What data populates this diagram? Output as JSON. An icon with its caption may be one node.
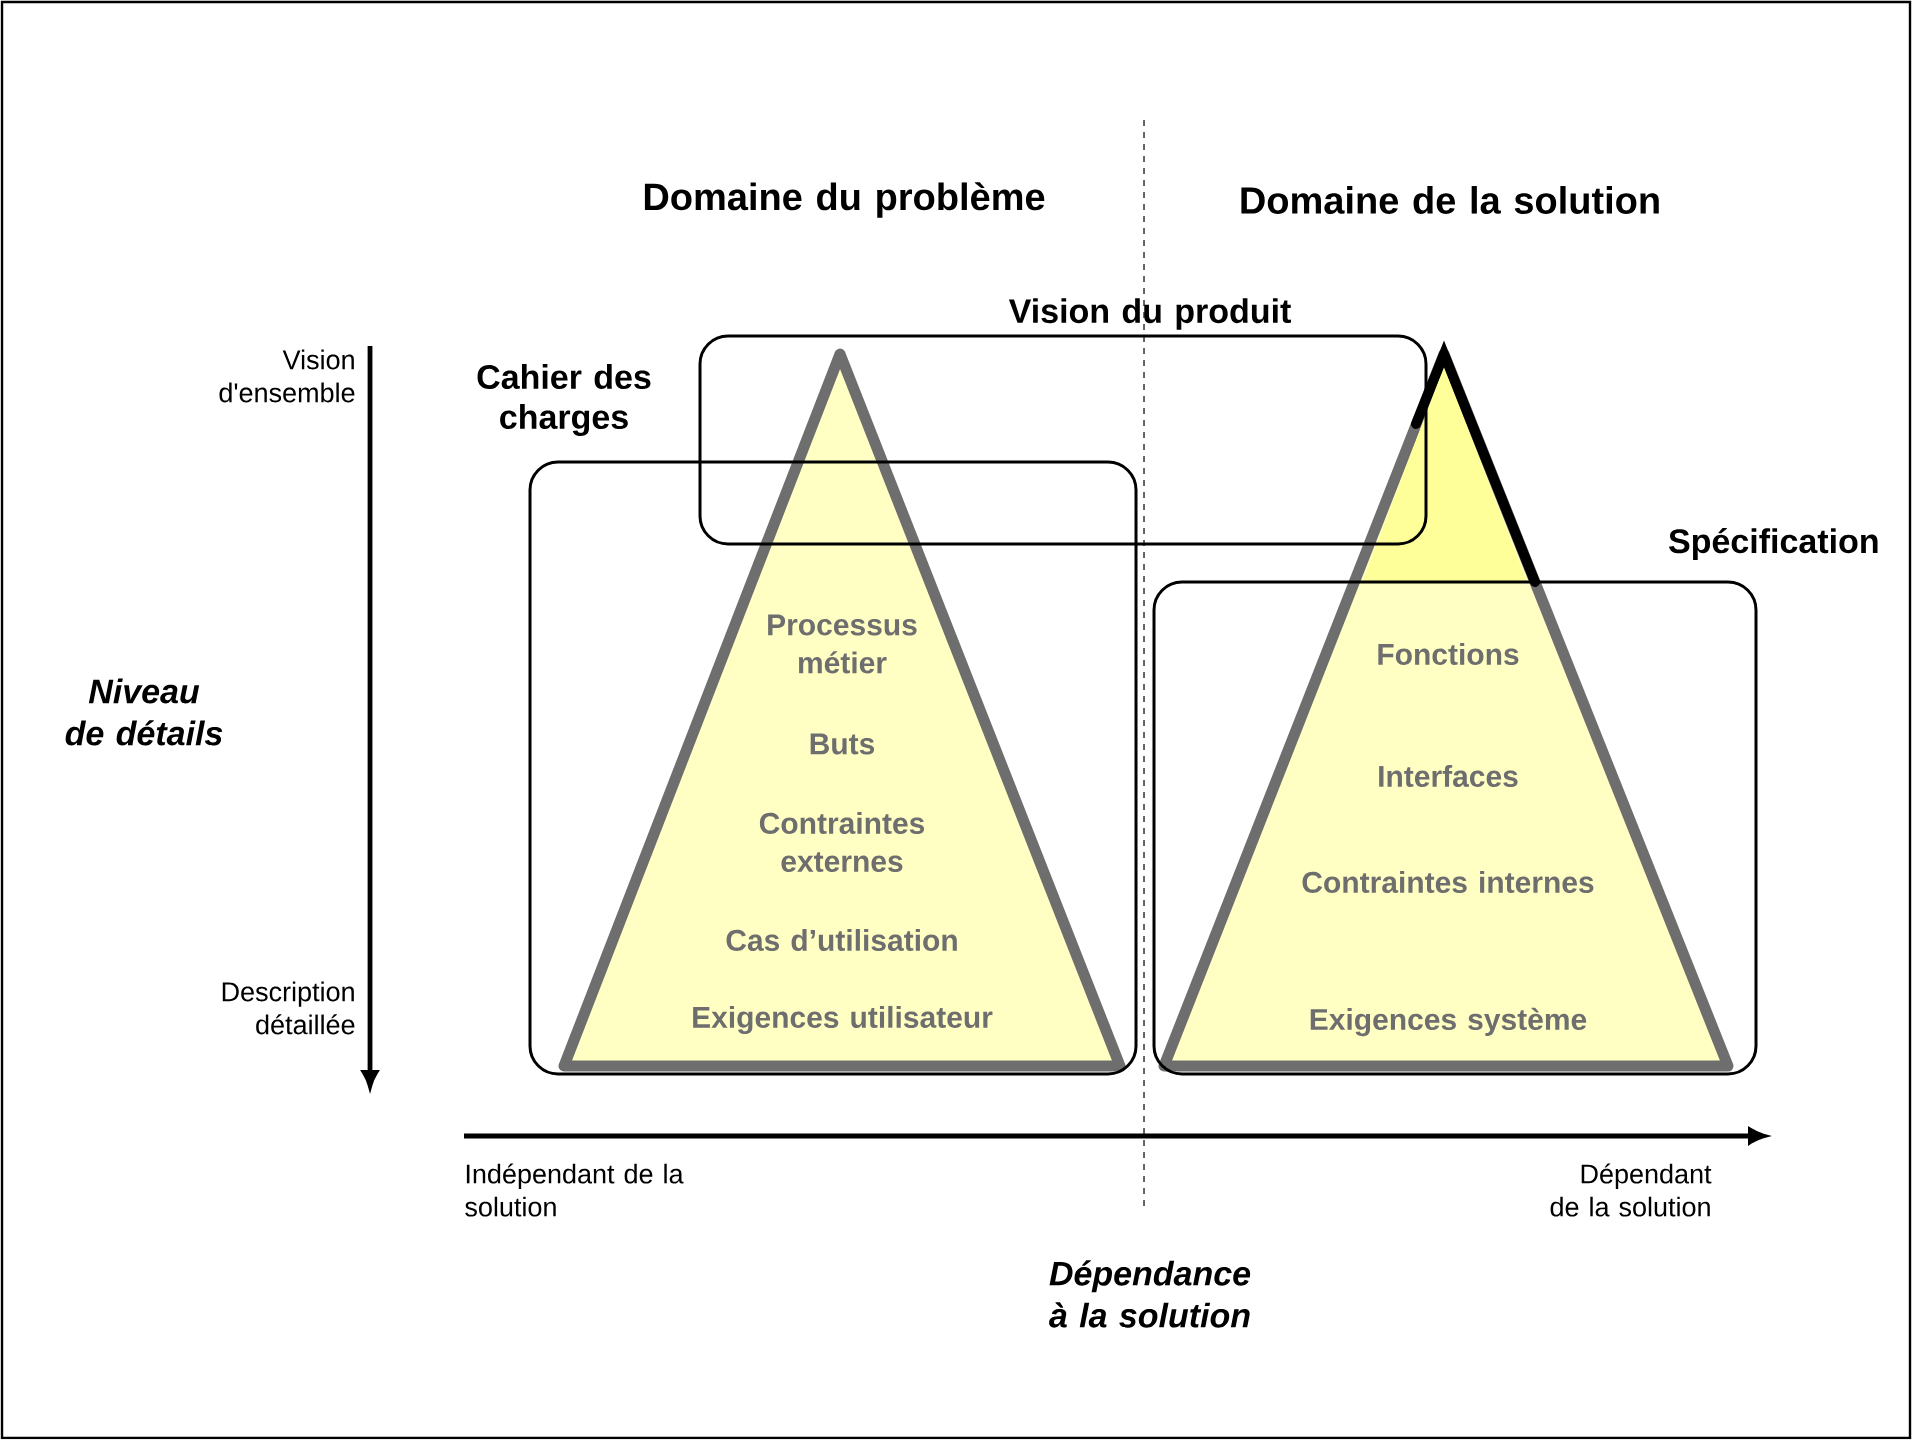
{
  "diagram": {
    "nodes": [
      {
        "text": [
          "Cahier des charges",
          "Processus métier",
          "Buts",
          "Contraintes externes",
          "Cas d’utilisation",
          "Exigences utilisateur"
        ]
      },
      {
        "text": [],
        "shape": "triangle"
      },
      {
        "text": [
          "Vision du produit"
        ]
      },
      {
        "text": [
          "Spécification",
          "Fonctions",
          "Interfaces",
          "Contraintes internes",
          "Exigences système"
        ]
      },
      {
        "text": [],
        "shape": "triangle"
      }
    ],
    "edges": [],
    "labels": [
      "Domaine du problème",
      "Domaine de la solution",
      "Vision d'ensemble",
      "Niveau de détails",
      "Description détaillée",
      "Indépendant de la solution",
      "Dépendant de la solution",
      "Dépendance à la solution"
    ]
  }
}
